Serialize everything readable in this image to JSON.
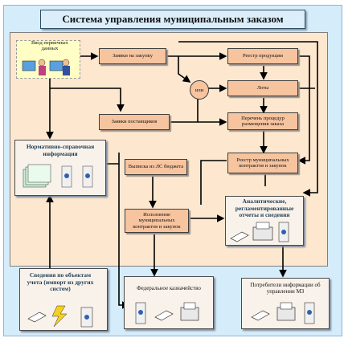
{
  "title": "Система  управления муниципальным заказом",
  "input": {
    "label": "Ввод первичных данных"
  },
  "nodes": {
    "zayavki_zakupku": "Заявки на закупку",
    "reestr_produkcii": "Реестр продукции",
    "ili": "или",
    "loty": "Лоты",
    "perechen": "Перечень процедур размещения заказа",
    "zayavki_postavshchikov": "Заявки поставщиков",
    "reestr_kontraktov": "Реестр муниципальных контрактов и закупок",
    "vypiska": "Выписка из ЛС бюджета",
    "ispolnenie": "Исполнение муниципальных контрактов и закупок"
  },
  "panels": {
    "normativ": "Нормативно-справочная информация",
    "analitika": "Аналитические, регламентированные отчеты и сведения",
    "svedeniya": "Сведения по объектам учета (импорт из других систем)",
    "kaznacheystvo": "Федеральное казначейство",
    "potrebiteli": "Потребители информации об управлении МЗ"
  },
  "icons": [
    "user-icon",
    "server-icon",
    "document-stack-icon",
    "folder-icon",
    "printer-icon",
    "arrow-icon",
    "lightning-icon"
  ]
}
